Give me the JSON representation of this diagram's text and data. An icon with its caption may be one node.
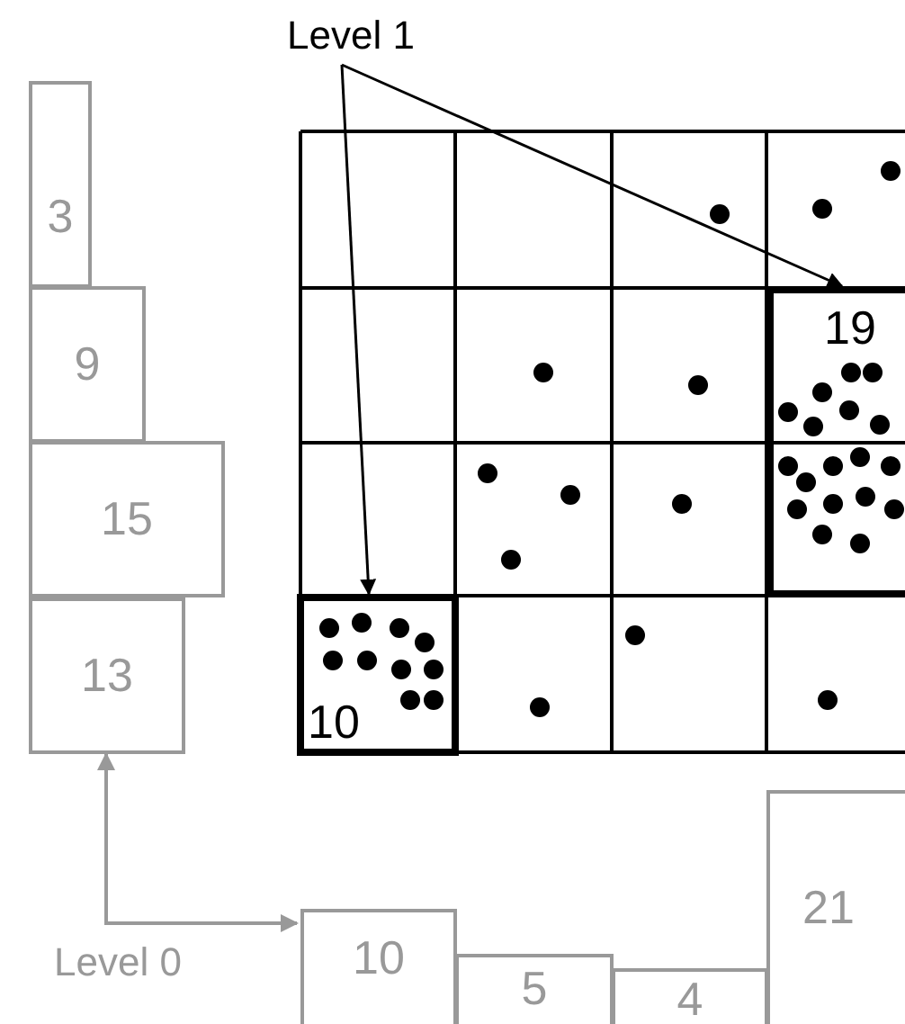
{
  "diagram": {
    "nodes": [
      {
        "text": [
          "Level 1"
        ]
      },
      {
        "text": [
          "3"
        ]
      },
      {
        "text": [
          "19"
        ]
      },
      {
        "text": [
          "9"
        ]
      },
      {
        "text": [
          "15"
        ]
      },
      {
        "text": [
          "10"
        ]
      },
      {
        "text": [
          "13"
        ]
      },
      {
        "text": [
          "10"
        ]
      },
      {
        "text": [
          "5"
        ]
      },
      {
        "text": [
          "4"
        ]
      },
      {
        "text": [
          "21"
        ]
      }
    ],
    "edges": [
      {
        "from": 0,
        "to": 5,
        "arrow": "to"
      },
      {
        "from": 0,
        "to": 2,
        "arrow": "to"
      },
      {
        "from": 6,
        "to": 7,
        "arrow": "both",
        "color": "#999999"
      }
    ],
    "labels": [
      "Level 0"
    ]
  }
}
